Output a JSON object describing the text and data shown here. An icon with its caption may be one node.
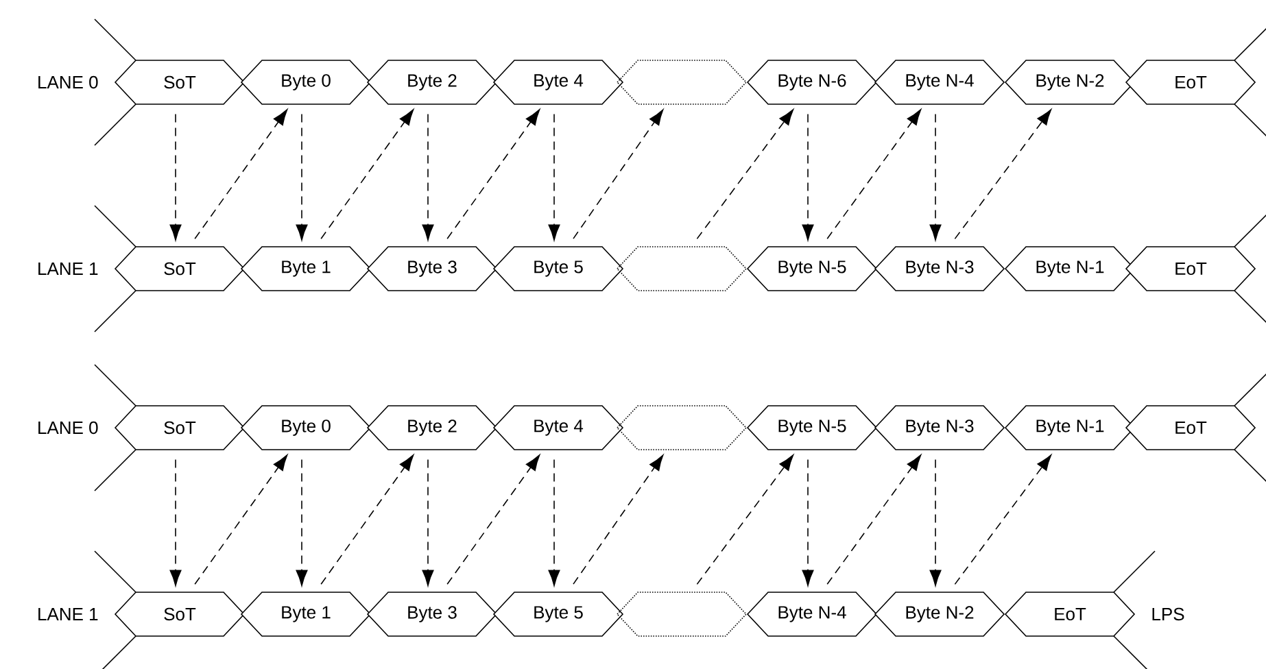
{
  "diagram": {
    "nodes": [
      {
        "text": [
          "SoT"
        ]
      },
      {
        "text": [
          "Byte 0"
        ]
      },
      {
        "text": [
          "Byte 2"
        ]
      },
      {
        "text": [
          "Byte 4"
        ]
      },
      {
        "text": [],
        "shape": "hexagon"
      },
      {
        "text": [
          "Byte N-6"
        ]
      },
      {
        "text": [
          "Byte N-4"
        ]
      },
      {
        "text": [
          "Byte N-2"
        ]
      },
      {
        "text": [
          "EoT"
        ]
      },
      {
        "text": [
          "SoT"
        ]
      },
      {
        "text": [
          "Byte 1"
        ]
      },
      {
        "text": [
          "Byte 3"
        ]
      },
      {
        "text": [
          "Byte 5"
        ]
      },
      {
        "text": [],
        "shape": "hexagon"
      },
      {
        "text": [
          "Byte N-5"
        ]
      },
      {
        "text": [
          "Byte N-3"
        ]
      },
      {
        "text": [
          "Byte N-1"
        ]
      },
      {
        "text": [
          "EoT"
        ]
      },
      {
        "text": [
          "SoT"
        ]
      },
      {
        "text": [
          "Byte 0"
        ]
      },
      {
        "text": [
          "Byte 2"
        ]
      },
      {
        "text": [
          "Byte 4"
        ]
      },
      {
        "text": [],
        "shape": "hexagon"
      },
      {
        "text": [
          "Byte N-5"
        ]
      },
      {
        "text": [
          "Byte N-3"
        ]
      },
      {
        "text": [
          "Byte N-1"
        ]
      },
      {
        "text": [
          "EoT"
        ]
      },
      {
        "text": [
          "SoT"
        ]
      },
      {
        "text": [
          "Byte 1"
        ]
      },
      {
        "text": [
          "Byte 3"
        ]
      },
      {
        "text": [
          "Byte 5"
        ]
      },
      {
        "text": [],
        "shape": "hexagon"
      },
      {
        "text": [
          "Byte N-4"
        ]
      },
      {
        "text": [
          "Byte N-2"
        ]
      },
      {
        "text": [
          "EoT"
        ],
        "beside": [
          "LPS"
        ]
      }
    ],
    "edges": [
      {
        "from": 0,
        "to": 9,
        "arrow": "to",
        "style": "dashed"
      },
      {
        "from": 9,
        "to": 1,
        "arrow": "to",
        "style": "dashed"
      },
      {
        "from": 1,
        "to": 10,
        "arrow": "to",
        "style": "dashed"
      },
      {
        "from": 10,
        "to": 2,
        "arrow": "to",
        "style": "dashed"
      },
      {
        "from": 2,
        "to": 11,
        "arrow": "to",
        "style": "dashed"
      },
      {
        "from": 11,
        "to": 3,
        "arrow": "to",
        "style": "dashed"
      },
      {
        "from": 3,
        "to": 12,
        "arrow": "to",
        "style": "dashed"
      },
      {
        "from": 12,
        "to": 4,
        "arrow": "to",
        "style": "dashed"
      },
      {
        "from": 13,
        "to": 5,
        "arrow": "to",
        "style": "dashed"
      },
      {
        "from": 5,
        "to": 14,
        "arrow": "to",
        "style": "dashed"
      },
      {
        "from": 14,
        "to": 6,
        "arrow": "to",
        "style": "dashed"
      },
      {
        "from": 6,
        "to": 15,
        "arrow": "to",
        "style": "dashed"
      },
      {
        "from": 15,
        "to": 7,
        "arrow": "to",
        "style": "dashed"
      },
      {
        "from": 18,
        "to": 27,
        "arrow": "to",
        "style": "dashed"
      },
      {
        "from": 27,
        "to": 19,
        "arrow": "to",
        "style": "dashed"
      },
      {
        "from": 19,
        "to": 28,
        "arrow": "to",
        "style": "dashed"
      },
      {
        "from": 28,
        "to": 20,
        "arrow": "to",
        "style": "dashed"
      },
      {
        "from": 20,
        "to": 29,
        "arrow": "to",
        "style": "dashed"
      },
      {
        "from": 29,
        "to": 21,
        "arrow": "to",
        "style": "dashed"
      },
      {
        "from": 21,
        "to": 30,
        "arrow": "to",
        "style": "dashed"
      },
      {
        "from": 30,
        "to": 22,
        "arrow": "to",
        "style": "dashed"
      },
      {
        "from": 31,
        "to": 23,
        "arrow": "to",
        "style": "dashed"
      },
      {
        "from": 23,
        "to": 32,
        "arrow": "to",
        "style": "dashed"
      },
      {
        "from": 32,
        "to": 24,
        "arrow": "to",
        "style": "dashed"
      },
      {
        "from": 24,
        "to": 33,
        "arrow": "to",
        "style": "dashed"
      },
      {
        "from": 33,
        "to": 25,
        "arrow": "to",
        "style": "dashed"
      }
    ],
    "labels": [
      "LANE 0",
      "LANE 1",
      "LANE 0",
      "LANE 1"
    ]
  }
}
